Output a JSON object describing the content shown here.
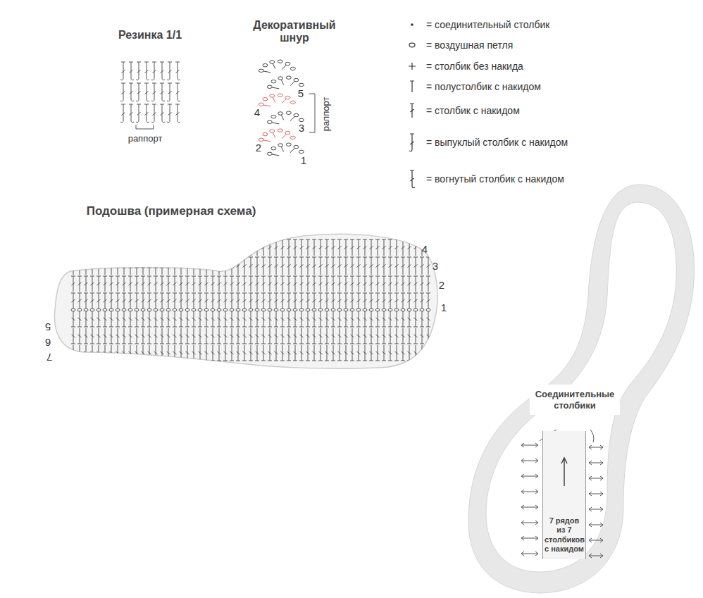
{
  "diagram": {
    "nodes": [
      {
        "text": [
          "Соединительные столбики"
        ]
      },
      {
        "text": [
          "7 рядов из 7 столбиков с накидом"
        ]
      }
    ],
    "labels": [
      "Резинка 1/1",
      "раппорт",
      "Декоративный шнур",
      "5",
      "4",
      "3",
      "2",
      "1",
      "раппорт",
      "Подошва (примерная схема)",
      "4",
      "3",
      "2",
      "1",
      "5",
      "6",
      "7"
    ],
    "legend": [
      {
        "text": "= соединительный столбик"
      },
      {
        "text": "= воздушная петля"
      },
      {
        "text": "= столбик без накида"
      },
      {
        "text": "= полустолбик с накидом"
      },
      {
        "text": "= столбик с накидом"
      },
      {
        "text": "= выпуклый столбик с накидом"
      },
      {
        "text": "= вогнутый столбик с накидом"
      }
    ]
  }
}
